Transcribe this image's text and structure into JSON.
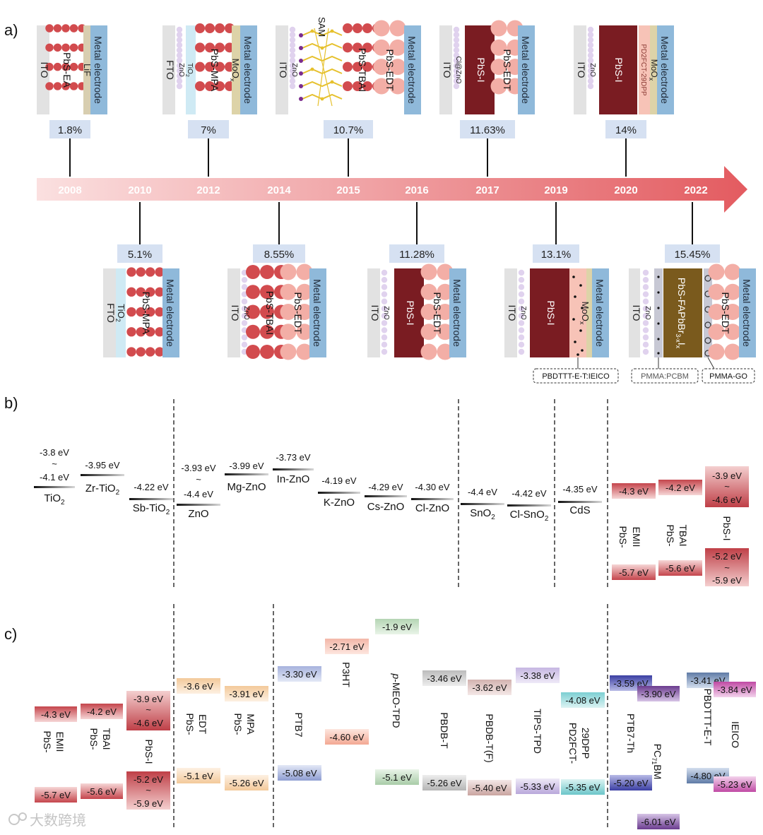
{
  "panel_labels": [
    "a)",
    "b)",
    "c)"
  ],
  "colors": {
    "arrow_light": "#f8d6d6",
    "arrow_dark": "#e05a5f",
    "pce_box": "#d6e1f2",
    "electrode": "#8fb9da",
    "electrode_text": "#1f2a38",
    "ito": "#e2e2e2",
    "zno_dot": "#e0d2ee",
    "tio2": "#cfeaf4",
    "lif": "#d8ceb0",
    "moox": "#ddd3a8",
    "qd_red": "#d24b4e",
    "qd_pink": "#f3aea6",
    "pbs_i": "#7a1c22",
    "pbs_fa": "#7a5a1d",
    "sam": "#e6c12e",
    "sam_tip": "#7a2c8e",
    "watermark": "#bbbbbb"
  },
  "timeline": {
    "years": [
      "2008",
      "2010",
      "2012",
      "2014",
      "2015",
      "2016",
      "2017",
      "2019",
      "2020",
      "2022"
    ],
    "top_pce": [
      "1.8%",
      "7%",
      "10.7%",
      "11.63%",
      "14%"
    ],
    "bottom_pce": [
      "5.1%",
      "8.55%",
      "11.28%",
      "13.1%",
      "15.45%"
    ]
  },
  "devices": {
    "d2008": {
      "substrate": "ITO",
      "qd": "PbS-EA",
      "interlayer": "LiF",
      "electrode": "Metal electrode"
    },
    "d2010": {
      "substrate": "FTO",
      "etl": "TiO",
      "etl_sub": "2",
      "qd": "PbS-MPA",
      "electrode": "Metal electrode"
    },
    "d2012": {
      "substrate": "FTO",
      "etl": "ZnO",
      "etl2": "TiO",
      "etl2_sub": "2",
      "qd": "PbS-MPA",
      "interlayer": "MoO",
      "interlayer_sub": "x",
      "electrode": "Metal electrode"
    },
    "d2014": {
      "substrate": "ITO",
      "etl": "ZnO",
      "qd": "PbS-TBAI",
      "qd2": "PbS-EDT",
      "electrode": "Metal electrode"
    },
    "d2015": {
      "substrate": "ITO",
      "etl": "ZnO",
      "sam": "SAM",
      "qd": "PbS-TBAI",
      "qd2": "PbS-EDT",
      "electrode": "Metal electrode"
    },
    "d2016": {
      "substrate": "ITO",
      "etl": "ZnO",
      "qd": "PbS-I",
      "qd2": "PbS-EDT",
      "electrode": "Metal electrode"
    },
    "d2017": {
      "substrate": "ITO",
      "etl": "Cl@ZnO",
      "qd": "PbS-I",
      "qd2": "PbS-EDT",
      "electrode": "Metal electrode"
    },
    "d2019": {
      "substrate": "ITO",
      "etl": "ZnO",
      "qd": "PbS-I",
      "interlayer": "MoO",
      "interlayer_sub": "x",
      "electrode": "Metal electrode",
      "note": "PBDTTT-E-T:IEICO"
    },
    "d2020": {
      "substrate": "ITO",
      "etl": "ZnO",
      "qd": "PbS-I",
      "htl": "PD2FCT-29DPP",
      "interlayer": "MoO",
      "interlayer_sub": "x",
      "electrode": "Metal electrode"
    },
    "d2022": {
      "substrate": "ITO",
      "etl": "ZnO",
      "qd": "PbS-FAPbBr",
      "qd_sub": "3-x",
      "qd_tail": "I",
      "qd_tail_sub": "x",
      "qd2": "PbS-EDT",
      "electrode": "Metal electrode",
      "note1": "PMMA:PCBM",
      "note2": "PMMA-GO"
    }
  },
  "panel_b": {
    "etl": [
      {
        "top": "-3.8 eV",
        "mid": "~",
        "bot": "-4.1 eV",
        "name": "TiO",
        "sub": "2"
      },
      {
        "top": "-3.95 eV",
        "name": "Zr-TiO",
        "sub": "2"
      },
      {
        "top": "-4.22 eV",
        "name": "Sb-TiO",
        "sub": "2"
      },
      {
        "top": "-3.93 eV",
        "mid": "~",
        "bot": "-4.4 eV",
        "name": "ZnO"
      },
      {
        "top": "-3.99 eV",
        "name": "Mg-ZnO"
      },
      {
        "top": "-3.73 eV",
        "name": "In-ZnO"
      },
      {
        "top": "-4.19 eV",
        "name": "K-ZnO"
      },
      {
        "top": "-4.29 eV",
        "name": "Cs-ZnO"
      },
      {
        "top": "-4.30 eV",
        "name": "Cl-ZnO"
      },
      {
        "top": "-4.4 eV",
        "name": "SnO",
        "sub": "2"
      },
      {
        "top": "-4.42 eV",
        "name": "Cl-SnO",
        "sub": "2"
      },
      {
        "top": "-4.35 eV",
        "name": "CdS"
      }
    ],
    "qd": [
      {
        "top": "-4.3 eV",
        "bot": "-5.7 eV",
        "name1": "PbS-",
        "name2": "EMII"
      },
      {
        "top": "-4.2 eV",
        "bot": "-5.6 eV",
        "name1": "PbS-",
        "name2": "TBAI"
      },
      {
        "top1": "-3.9 eV",
        "top2": "~",
        "top3": "-4.6 eV",
        "bot1": "-5.2 eV",
        "bot2": "~",
        "bot3": "-5.9 eV",
        "name1": "PbS-I"
      }
    ]
  },
  "panel_c": {
    "qd": [
      {
        "top": "-4.3 eV",
        "bot": "-5.7 eV",
        "name1": "PbS-",
        "name2": "EMII"
      },
      {
        "top": "-4.2 eV",
        "bot": "-5.6 eV",
        "name1": "PbS-",
        "name2": "TBAI"
      },
      {
        "top1": "-3.9 eV",
        "top2": "~",
        "top3": "-4.6 eV",
        "bot1": "-5.2 eV",
        "bot2": "~",
        "bot3": "-5.9 eV",
        "name1": "PbS-I"
      },
      {
        "top": "-3.6 eV",
        "bot": "-5.1 eV",
        "name1": "PbS-",
        "name2": "EDT"
      },
      {
        "top": "-3.91 eV",
        "bot": "-5.26 eV",
        "name1": "PbS-",
        "name2": "MPA"
      }
    ],
    "htl": [
      {
        "lumo": "-3.30 eV",
        "homo": "-5.08 eV",
        "name": "PTB7"
      },
      {
        "lumo": "-2.71 eV",
        "homo": "-4.60 eV",
        "name": "P3HT"
      },
      {
        "lumo": "-1.9 eV",
        "homo": "-5.1 eV",
        "name_p": "p",
        "name": "-MEO-TPD"
      },
      {
        "lumo": "-3.46 eV",
        "homo": "-5.26 eV",
        "name": "PBDB-T"
      },
      {
        "lumo": "-3.62 eV",
        "homo": "-5.40 eV",
        "name": "PBDB-T(F)"
      },
      {
        "lumo": "-3.38 eV",
        "homo": "-5.33 eV",
        "name": "TIPS-TPD"
      },
      {
        "lumo": "-4.08 eV",
        "homo": "-5.35 eV",
        "name1": "PD2FCT-",
        "name2": "29DPP"
      }
    ],
    "blend": [
      {
        "lumo": "-3.59 eV",
        "homo": "-5.20 eV",
        "name": "PTB7-Th"
      },
      {
        "lumo": "-3.90 eV",
        "homo": "-6.01 eV",
        "name": "PC",
        "sub": "71",
        "tail": "BM"
      },
      {
        "lumo": "-3.41 eV",
        "homo": "-4.80 eV",
        "name": "PBDTTT-E-T"
      },
      {
        "lumo": "-3.84 eV",
        "homo": "-5.23 eV",
        "name": "IEICO"
      }
    ]
  },
  "watermark": "大数跨境"
}
